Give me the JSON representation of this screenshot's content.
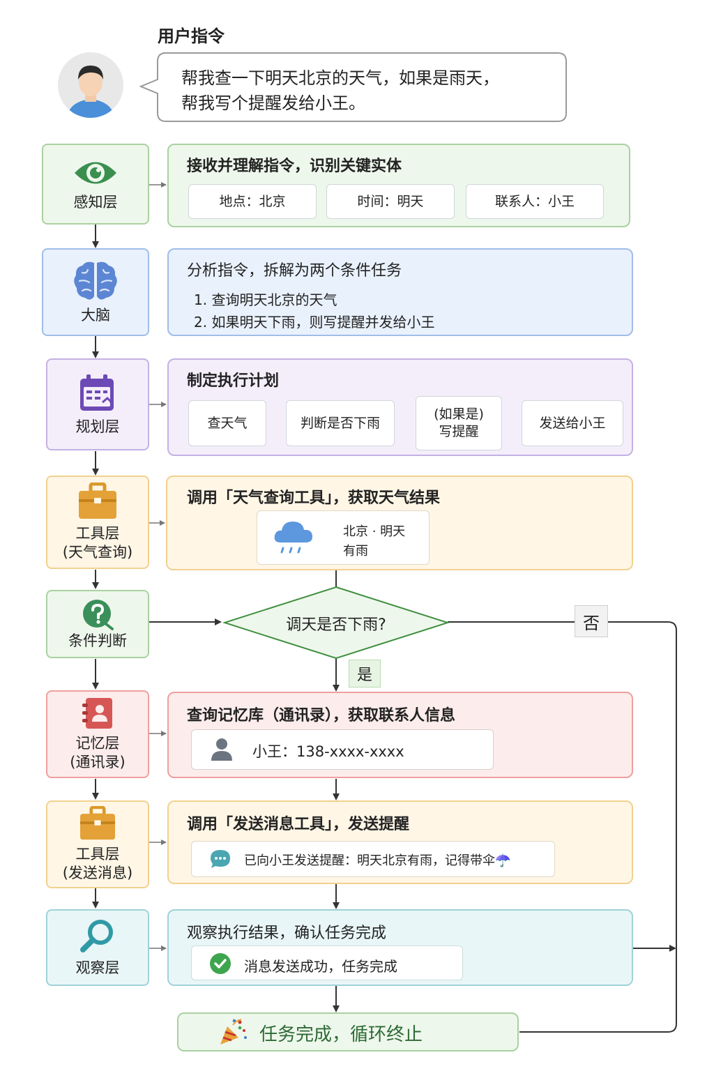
{
  "user": {
    "heading": "用户指令",
    "message_line1": "帮我查一下明天北京的天气，如果是雨天，",
    "message_line2": "帮我写个提醒发给小王。"
  },
  "layers": {
    "perception": "感知层",
    "brain": "大脑",
    "planning": "规划层",
    "tool_weather": "工具层\n(天气查询)",
    "condition": "条件判断",
    "memory": "记忆层\n(通讯录)",
    "tool_send": "工具层\n(发送消息)",
    "observe": "观察层"
  },
  "perception_panel": {
    "title": "接收并理解指令，识别关键实体",
    "entities": [
      "地点：北京",
      "时间：明天",
      "联系人：小王"
    ]
  },
  "brain_panel": {
    "title": "分析指令，拆解为两个条件任务",
    "tasks": [
      "1. 查询明天北京的天气",
      "2. 如果明天下雨，则写提醒并发给小王"
    ]
  },
  "planning_panel": {
    "title": "制定执行计划",
    "steps": [
      "查天气",
      "判断是否下雨",
      "(如果是)\n写提醒",
      "发送给小王"
    ]
  },
  "weather_panel": {
    "title": "调用「天气查询工具」，获取天气结果",
    "result_line1": "北京 · 明天",
    "result_line2": "有雨"
  },
  "decision": {
    "question": "调天是否下雨?",
    "no_label": "否",
    "yes_label": "是"
  },
  "memory_panel": {
    "title": "查询记忆库（通讯录），获取联系人信息",
    "contact": "小王：138-xxxx-xxxx"
  },
  "send_panel": {
    "title": "调用「发送消息工具」，发送提醒",
    "message": "已向小王发送提醒：明天北京有雨，记得带伞☂️"
  },
  "observe_panel": {
    "title": "观察执行结果，确认任务完成",
    "result": "消息发送成功，任务完成"
  },
  "final": {
    "text": "任务完成，循环终止"
  },
  "colors": {
    "green": "#eef7ec",
    "blue": "#e9f1fc",
    "purple": "#f4eefb",
    "yellow": "#fff6e6",
    "red": "#fdecec",
    "teal": "#e9f6f7",
    "decision_border": "#3f8f3f",
    "arrow": "#333333"
  }
}
